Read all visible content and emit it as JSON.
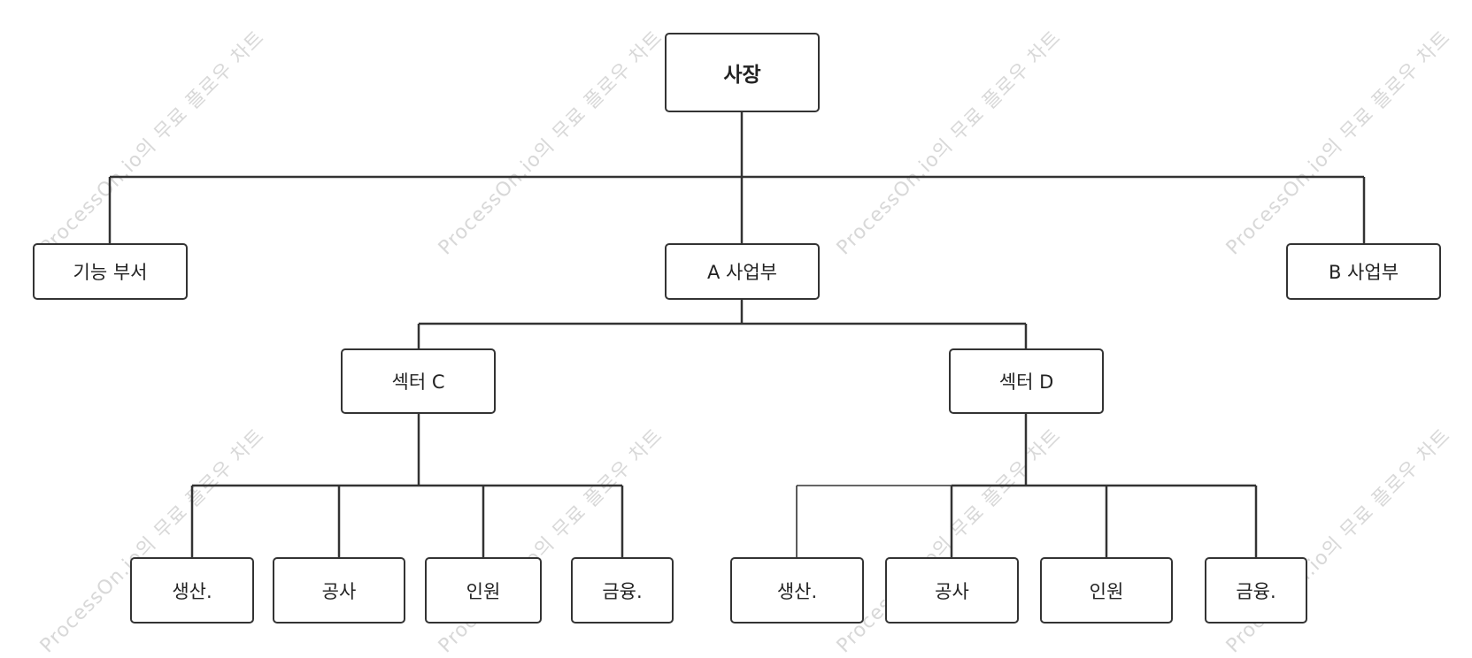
{
  "diagram": {
    "colors": {
      "line": "#333333",
      "box_border": "#333333",
      "text": "#222222",
      "watermark": "#d8d8d8"
    },
    "watermark_text": "ProcessOn.io의 무료 플로우 차트",
    "nodes": {
      "ceo": "사장",
      "functional": "기능 부서",
      "division_a": "A 사업부",
      "division_b": "B 사업부",
      "sector_c": "섹터 C",
      "sector_d": "섹터 D",
      "c_production": "생산.",
      "c_construction": "공사",
      "c_personnel": "인원",
      "c_finance": "금융.",
      "d_production": "생산.",
      "d_construction": "공사",
      "d_personnel": "인원",
      "d_finance": "금융."
    }
  }
}
